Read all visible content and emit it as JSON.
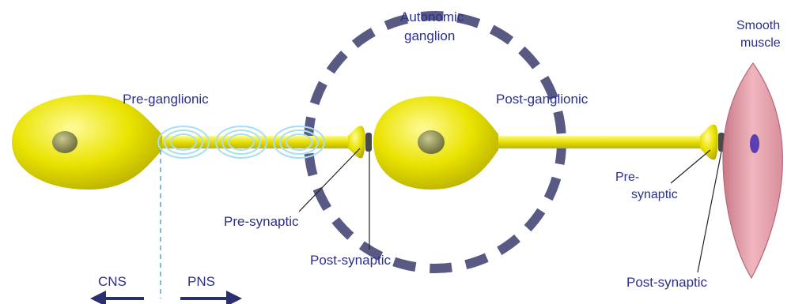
{
  "labels": {
    "pre_ganglionic": "Pre-ganglionic",
    "autonomic_ganglion_line1": "Autonomic",
    "autonomic_ganglion_line2": "ganglion",
    "post_ganglionic": "Post-ganglionic",
    "smooth_muscle_line1": "Smooth",
    "smooth_muscle_line2": "muscle",
    "pre_synaptic_1": "Pre-synaptic",
    "post_synaptic_1": "Post-synaptic",
    "pre_synaptic_2_line1": "Pre-",
    "pre_synaptic_2_line2": "synaptic",
    "post_synaptic_2": "Post-synaptic",
    "cns": "CNS",
    "pns": "PNS"
  },
  "colors": {
    "neuron_yellow": "#e8e000",
    "neuron_highlight": "#fffb8a",
    "nucleus": "#8a8a4a",
    "myelin": "#a9dff0",
    "ganglion_dash": "#3b3d6e",
    "muscle_pink": "#e8a0ab",
    "muscle_nucleus": "#5a3fb0",
    "label_text": "#2b2f8a",
    "arrow": "#2b2f6e"
  }
}
